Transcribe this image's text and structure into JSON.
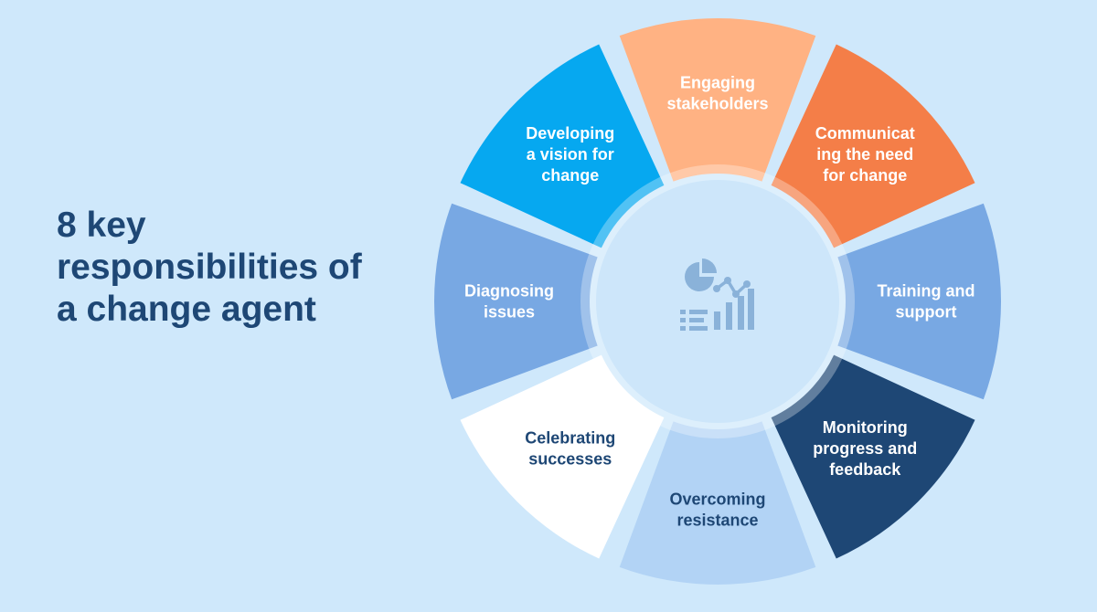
{
  "title": "8 key responsibilities of a change agent",
  "colors": {
    "background": "#cfe8fb",
    "title": "#1e4775",
    "center": "#cde6fa",
    "center_icon": "#8ab2d9"
  },
  "center_icon": "analytics-chart-icon",
  "segments": [
    {
      "lines": [
        "Engaging",
        "stakeholders"
      ],
      "fill": "#ffb283",
      "text": "#ffffff"
    },
    {
      "lines": [
        "Communicat",
        "ing the need",
        "for change"
      ],
      "fill": "#f47e48",
      "text": "#ffffff"
    },
    {
      "lines": [
        "Training and",
        "support"
      ],
      "fill": "#78a8e3",
      "text": "#ffffff"
    },
    {
      "lines": [
        "Monitoring",
        "progress and",
        "feedback"
      ],
      "fill": "#1e4775",
      "text": "#ffffff"
    },
    {
      "lines": [
        "Overcoming",
        "resistance"
      ],
      "fill": "#b2d3f5",
      "text": "#1e4775"
    },
    {
      "lines": [
        "Celebrating",
        "successes"
      ],
      "fill": "#ffffff",
      "text": "#1e4775"
    },
    {
      "lines": [
        "Diagnosing",
        "issues"
      ],
      "fill": "#78a8e3",
      "text": "#ffffff"
    },
    {
      "lines": [
        "Developing",
        "a vision for",
        "change"
      ],
      "fill": "#06a8f0",
      "text": "#ffffff"
    }
  ]
}
